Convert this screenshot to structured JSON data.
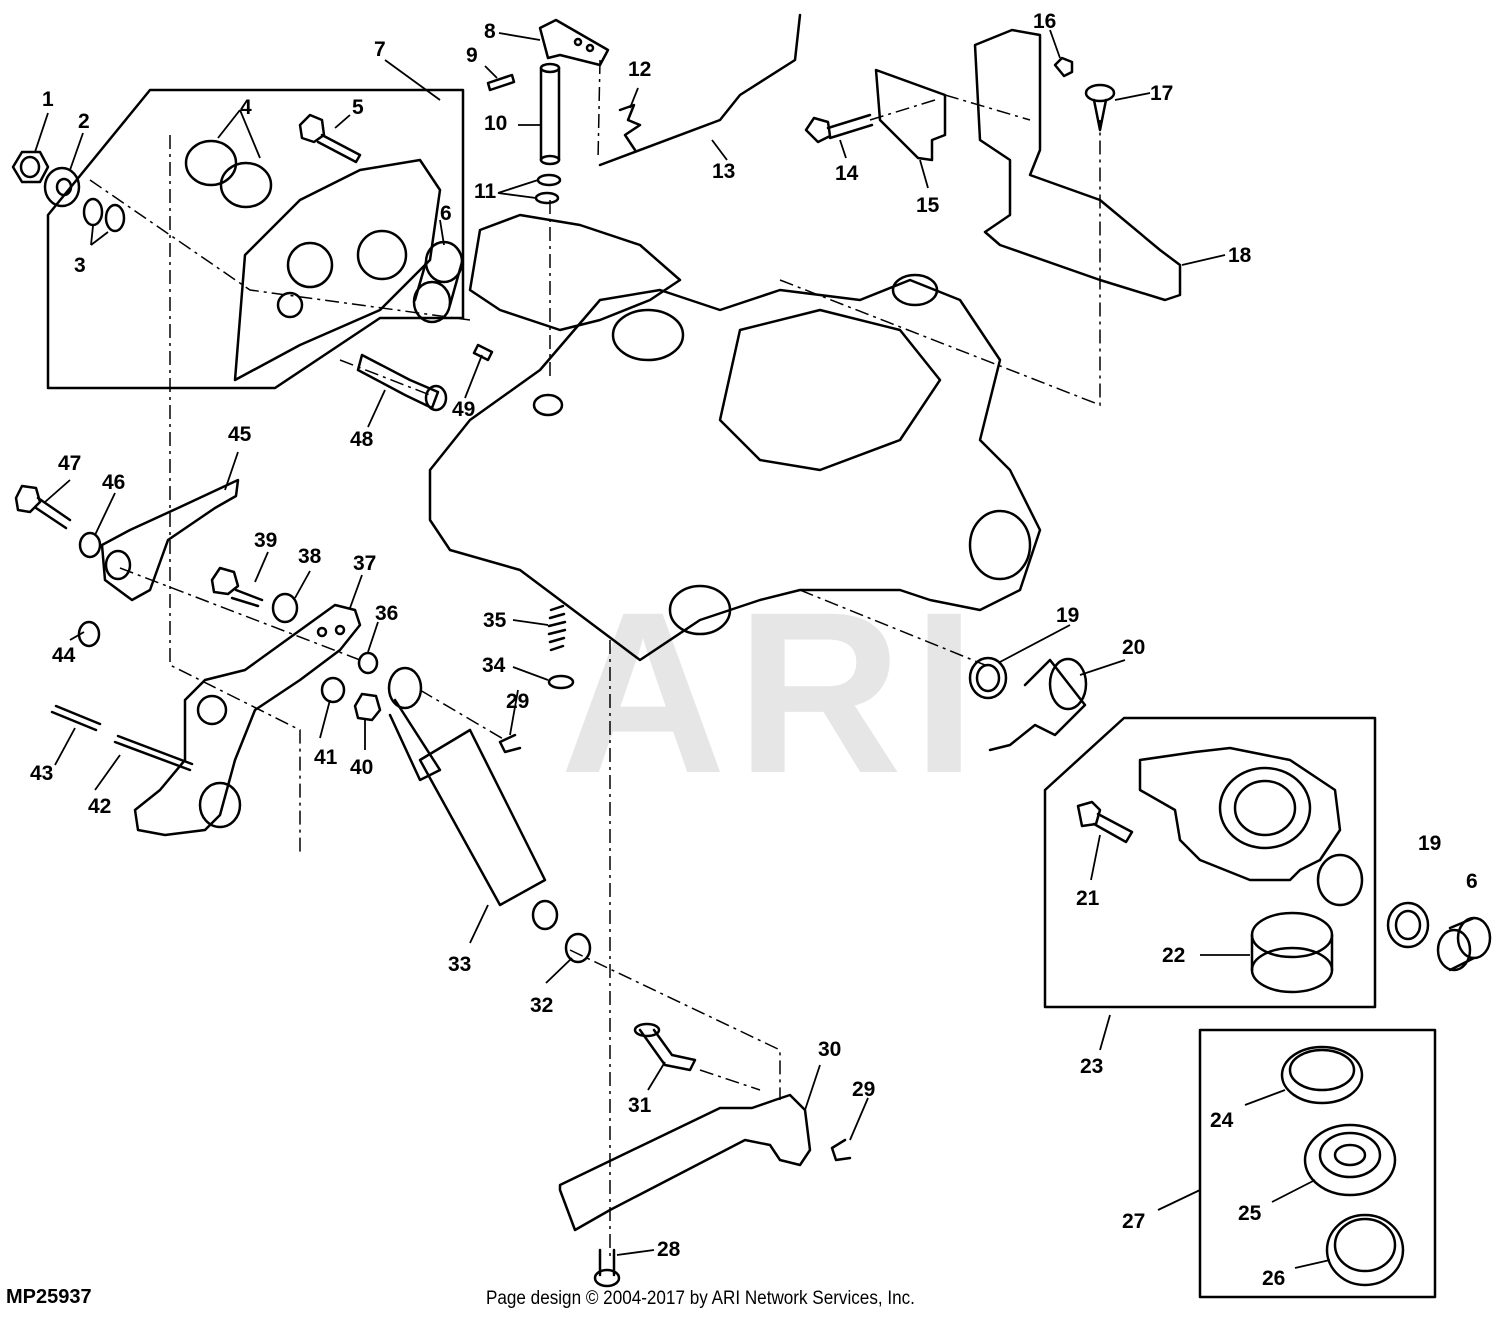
{
  "diagram": {
    "code": "MP25937",
    "copyright": "Page design © 2004-2017 by ARI Network Services, Inc.",
    "watermark": "ARI",
    "callouts": [
      {
        "id": "c1",
        "text": "1"
      },
      {
        "id": "c2",
        "text": "2"
      },
      {
        "id": "c3",
        "text": "3"
      },
      {
        "id": "c4",
        "text": "4"
      },
      {
        "id": "c5",
        "text": "5"
      },
      {
        "id": "c6a",
        "text": "6"
      },
      {
        "id": "c6b",
        "text": "6"
      },
      {
        "id": "c7",
        "text": "7"
      },
      {
        "id": "c8",
        "text": "8"
      },
      {
        "id": "c9",
        "text": "9"
      },
      {
        "id": "c10",
        "text": "10"
      },
      {
        "id": "c11",
        "text": "11"
      },
      {
        "id": "c12",
        "text": "12"
      },
      {
        "id": "c13",
        "text": "13"
      },
      {
        "id": "c14",
        "text": "14"
      },
      {
        "id": "c15",
        "text": "15"
      },
      {
        "id": "c16",
        "text": "16"
      },
      {
        "id": "c17",
        "text": "17"
      },
      {
        "id": "c18",
        "text": "18"
      },
      {
        "id": "c19a",
        "text": "19"
      },
      {
        "id": "c19b",
        "text": "19"
      },
      {
        "id": "c20",
        "text": "20"
      },
      {
        "id": "c21",
        "text": "21"
      },
      {
        "id": "c22",
        "text": "22"
      },
      {
        "id": "c23",
        "text": "23"
      },
      {
        "id": "c24",
        "text": "24"
      },
      {
        "id": "c25",
        "text": "25"
      },
      {
        "id": "c26",
        "text": "26"
      },
      {
        "id": "c27",
        "text": "27"
      },
      {
        "id": "c28",
        "text": "28"
      },
      {
        "id": "c29a",
        "text": "29"
      },
      {
        "id": "c29b",
        "text": "29"
      },
      {
        "id": "c30",
        "text": "30"
      },
      {
        "id": "c31",
        "text": "31"
      },
      {
        "id": "c32",
        "text": "32"
      },
      {
        "id": "c33",
        "text": "33"
      },
      {
        "id": "c34",
        "text": "34"
      },
      {
        "id": "c35",
        "text": "35"
      },
      {
        "id": "c36",
        "text": "36"
      },
      {
        "id": "c37",
        "text": "37"
      },
      {
        "id": "c38",
        "text": "38"
      },
      {
        "id": "c39",
        "text": "39"
      },
      {
        "id": "c40",
        "text": "40"
      },
      {
        "id": "c41",
        "text": "41"
      },
      {
        "id": "c42",
        "text": "42"
      },
      {
        "id": "c43",
        "text": "43"
      },
      {
        "id": "c44",
        "text": "44"
      },
      {
        "id": "c45",
        "text": "45"
      },
      {
        "id": "c46",
        "text": "46"
      },
      {
        "id": "c47",
        "text": "47"
      },
      {
        "id": "c48",
        "text": "48"
      },
      {
        "id": "c49",
        "text": "49"
      }
    ]
  }
}
